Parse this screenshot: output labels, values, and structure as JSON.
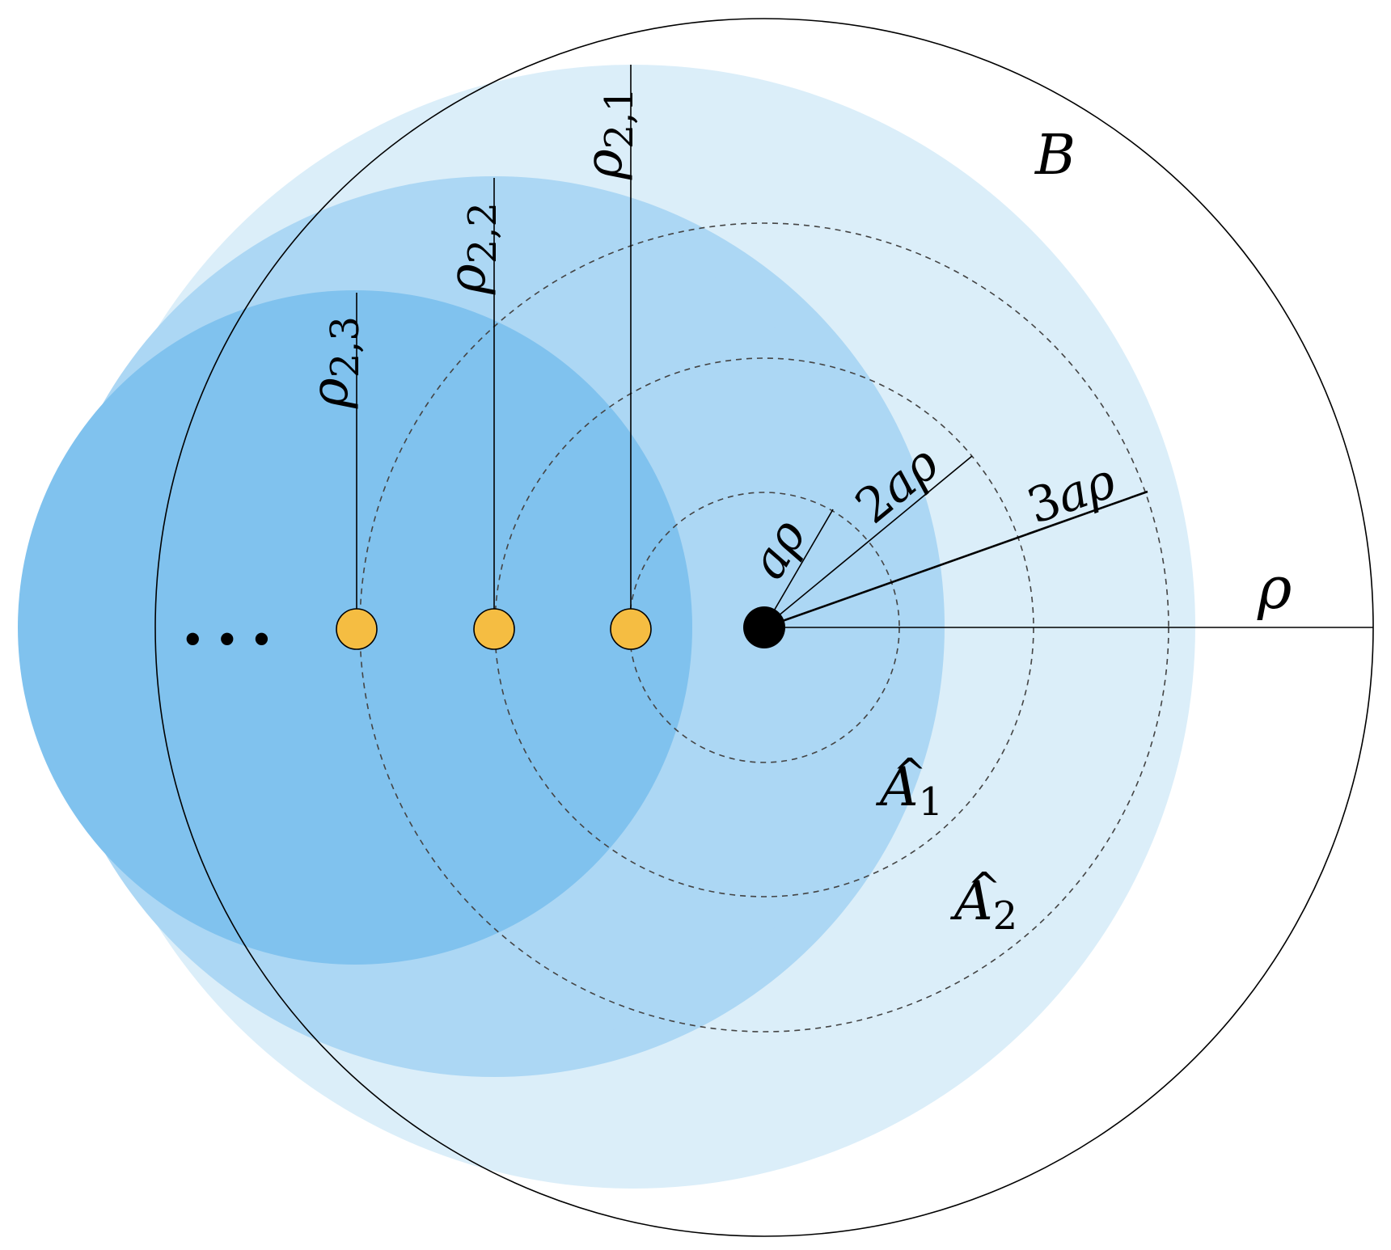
{
  "labels": {
    "ball": "B",
    "rho": "ρ",
    "r1": {
      "coef": "",
      "a": "a",
      "rho": "ρ"
    },
    "r2": {
      "coef": "2",
      "a": "a",
      "rho": "ρ"
    },
    "r3": {
      "coef": "3",
      "a": "a",
      "rho": "ρ"
    },
    "rho21": {
      "base": "ρ",
      "sub": "2,1"
    },
    "rho22": {
      "base": "ρ",
      "sub": "2,2"
    },
    "rho23": {
      "base": "ρ",
      "sub": "2,3"
    },
    "A1": {
      "hat": "^",
      "base": "A",
      "sub": "1"
    },
    "A2": {
      "hat": "^",
      "base": "A",
      "sub": "2"
    },
    "ellipsis": "..."
  },
  "colors": {
    "region_light": "#dbeef9",
    "region_mid": "#acd7f4",
    "region_dark": "#80c2ee",
    "outline": "#000000",
    "dashed": "#444444",
    "center_point": "#000000",
    "sample_point": "#f5bd42"
  }
}
